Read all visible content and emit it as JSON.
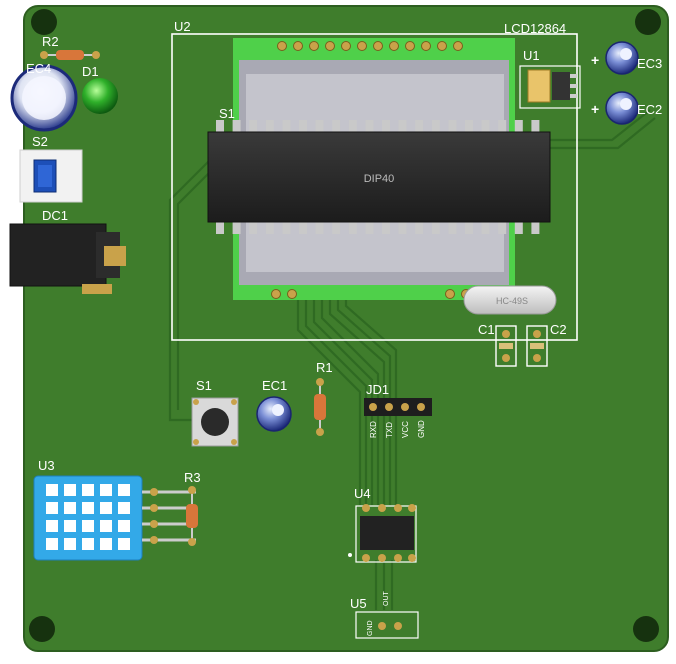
{
  "board": {
    "colors": {
      "pcb": "#3f7d2c",
      "silk": "#ffffff",
      "copper": "#c9a24a",
      "trace": "#2f6a22",
      "lcd_green": "#4fd04a",
      "lcd_screen": "#b9b9c4",
      "chip": "#2b2b2b"
    }
  },
  "labels": {
    "u2": "U2",
    "lcd": "LCD12864",
    "u1": "U1",
    "ec3": "EC3",
    "ec2": "EC2",
    "r2": "R2",
    "ec4": "EC4",
    "d1": "D1",
    "s2": "S2",
    "dc1": "DC1",
    "s1_top": "S1",
    "dip40": "DIP40",
    "crystal": "HC-49S",
    "c1": "C1",
    "c2": "C2",
    "r1": "R1",
    "ec1": "EC1",
    "s1": "S1",
    "jd1": "JD1",
    "jd1_pins": [
      "RXD",
      "TXD",
      "VCC",
      "GND"
    ],
    "u3": "U3",
    "r3": "R3",
    "u4": "U4",
    "u5": "U5",
    "u5_pins": [
      "GND",
      "OUT"
    ],
    "plus1": "+",
    "plus2": "+"
  }
}
